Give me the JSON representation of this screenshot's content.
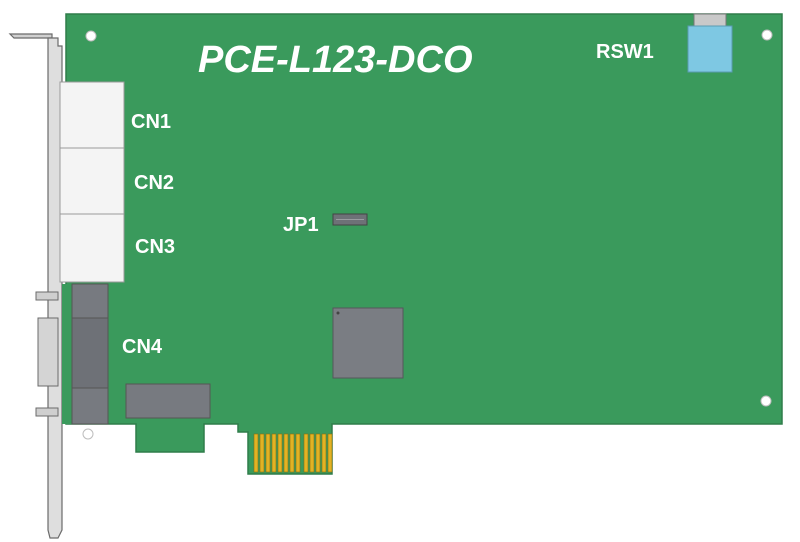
{
  "board": {
    "title": "PCE-L123-DCO",
    "colors": {
      "pcb": "#3a9a5c",
      "pcb_edge": "#2f7d4a",
      "connector": "#f2f2f2",
      "chip": "#777a80",
      "gold": "#e2b324",
      "switch": "#7ec8e3",
      "bracket": "#d9d9d9"
    }
  },
  "labels": {
    "rsw1": "RSW1",
    "cn1": "CN1",
    "cn2": "CN2",
    "cn3": "CN3",
    "cn4": "CN4",
    "jp1": "JP1"
  }
}
